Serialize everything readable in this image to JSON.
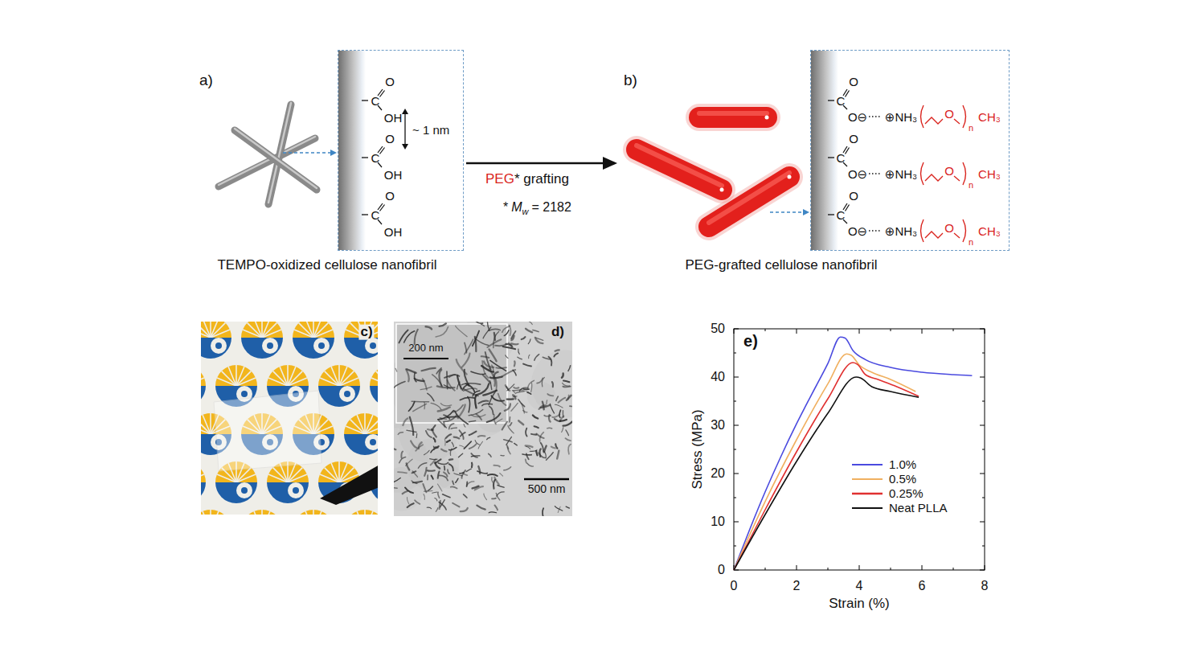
{
  "diagram": {
    "nodes": [
      {
        "text": [
          "O",
          "C",
          "OH",
          "O",
          "C",
          "OH",
          "O",
          "C",
          "OH",
          "~ 1 nm"
        ]
      },
      {
        "text": [
          "O",
          "C",
          "O⊖",
          "⊕NH₃",
          "O",
          "n",
          "CH₃",
          "O",
          "C",
          "O⊖",
          "⊕NH₃",
          "O",
          "n",
          "CH₃",
          "O",
          "C",
          "O⊖",
          "⊕NH₃",
          "O",
          "n",
          "CH₃"
        ]
      }
    ],
    "labels": [
      "a)",
      "TEMPO-oxidized cellulose nanofibril",
      "PEG",
      "* grafting",
      "*",
      "M",
      "w",
      "= 2182",
      "b)",
      "PEG-grafted cellulose nanofibril",
      "c)",
      "d)",
      "200 nm",
      "500 nm",
      "e)",
      "Stress (MPa)",
      "Strain (%)",
      "0",
      "10",
      "20",
      "30",
      "40",
      "50",
      "0",
      "2",
      "4",
      "6",
      "8"
    ],
    "legend": [
      {
        "text": "1.0%"
      },
      {
        "text": "0.5%"
      },
      {
        "text": "0.25%"
      },
      {
        "text": "Neat PLLA"
      }
    ]
  }
}
